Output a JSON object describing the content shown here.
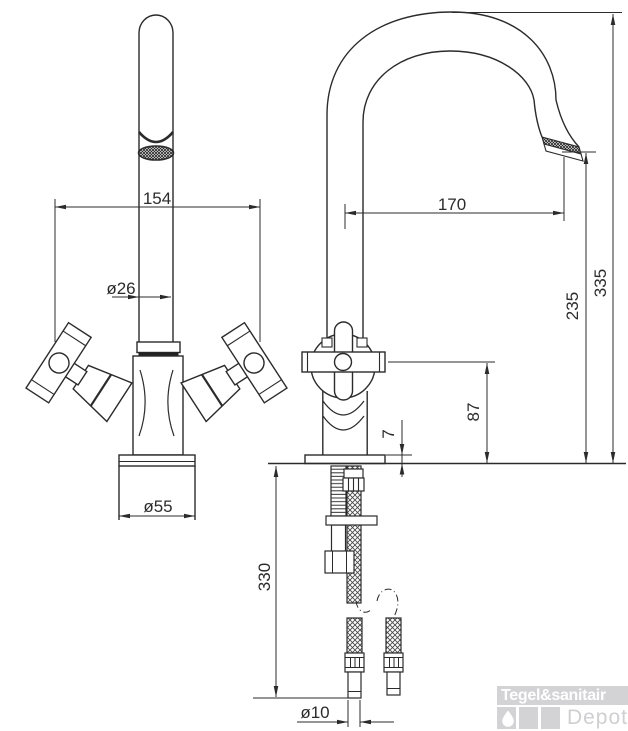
{
  "dims": {
    "front_width": "154",
    "spout_diameter": "ø26",
    "base_diameter": "ø55",
    "spout_reach": "170",
    "total_height": "335",
    "spout_height": "235",
    "handle_height": "87",
    "deck_thickness": "7",
    "hose_length": "330",
    "hose_diameter": "ø10"
  },
  "logo": {
    "brand": "Tegel&sanitair",
    "subtitle": "Depot"
  },
  "colors": {
    "line": "#2b2b2b",
    "logo_gray": "#d3d3d5"
  }
}
